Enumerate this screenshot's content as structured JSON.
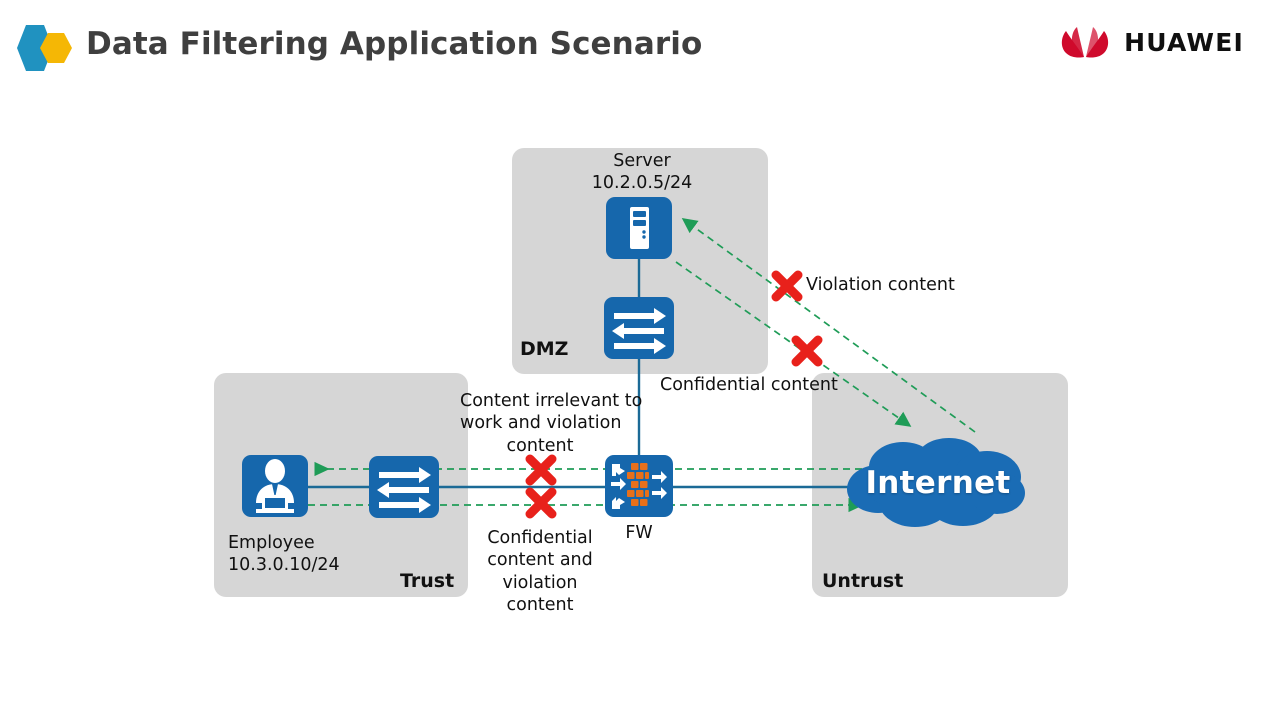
{
  "header": {
    "title": "Data Filtering Application Scenario",
    "brand_word": "HUAWEI",
    "logo_icon": "hexagon-pair-icon",
    "brand_icon": "huawei-flower-icon",
    "title_color": "#3f3f3f",
    "brand_red": "#cf0a2c",
    "logo_teal": "#2092c0",
    "logo_yellow": "#f5b705"
  },
  "zones": {
    "dmz": {
      "label": "DMZ",
      "bg": "#d6d6d6"
    },
    "trust": {
      "label": "Trust",
      "bg": "#d6d6d6"
    },
    "untrust": {
      "label": "Untrust",
      "bg": "#d6d6d6"
    }
  },
  "devices": {
    "server": {
      "icon": "server-icon",
      "name": "Server",
      "ip": "10.2.0.5/24",
      "caption": "Server\n10.2.0.5/24"
    },
    "switch_dmz": {
      "icon": "switch-icon",
      "caption": ""
    },
    "employee": {
      "icon": "employee-icon",
      "name": "Employee",
      "ip": "10.3.0.10/24",
      "caption": "Employee\n10.3.0.10/24"
    },
    "switch_trust": {
      "icon": "switch-icon",
      "caption": ""
    },
    "firewall": {
      "icon": "firewall-icon",
      "caption": "FW"
    },
    "internet": {
      "icon": "cloud-icon",
      "caption": "Internet",
      "color": "#1a6cb5"
    }
  },
  "annotations": {
    "blocked_outbound_top": "Content irrelevant to\nwork and violation\ncontent",
    "blocked_outbound_bottom": "Confidential\ncontent and\nviolation\ncontent",
    "blocked_inbound_top": "Violation content",
    "blocked_inbound_bottom": "Confidential content",
    "block_mark_icon": "red-x-icon",
    "block_color": "#e8211b",
    "flow_color": "#1f9c57",
    "link_color": "#1b6a96"
  },
  "flows": [
    {
      "name": "internet-to-employee",
      "style": "dashed",
      "direction": "left",
      "color": "#1f9c57"
    },
    {
      "name": "employee-to-internet",
      "style": "dashed",
      "direction": "right",
      "color": "#1f9c57"
    },
    {
      "name": "employee-internet-link",
      "style": "solid",
      "direction": "none",
      "color": "#1b6a96"
    },
    {
      "name": "internet-to-server",
      "style": "dashed",
      "direction": "up-left",
      "color": "#1f9c57"
    },
    {
      "name": "server-to-internet",
      "style": "dashed",
      "direction": "down-right",
      "color": "#1f9c57"
    }
  ]
}
